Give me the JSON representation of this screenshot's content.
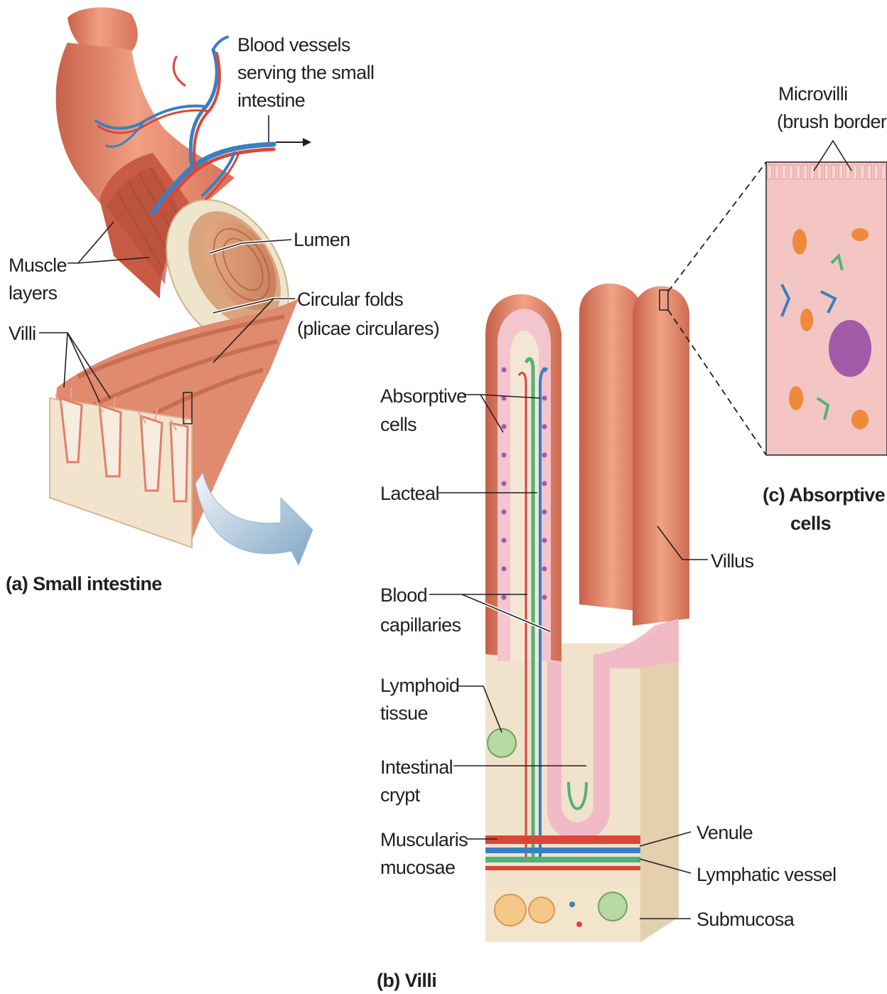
{
  "panel_a": {
    "caption": "(a) Small intestine",
    "labels": {
      "blood_vessels": [
        "Blood vessels",
        "serving the small",
        "intestine"
      ],
      "lumen": "Lumen",
      "muscle_layers": [
        "Muscle",
        "layers"
      ],
      "circular_folds": [
        "Circular folds",
        "(plicae circulares)"
      ],
      "villi": "Villi"
    }
  },
  "panel_b": {
    "caption": "(b) Villi",
    "labels": {
      "absorptive_cells": [
        "Absorptive",
        "cells"
      ],
      "lacteal": "Lacteal",
      "blood_capillaries": [
        "Blood",
        "capillaries"
      ],
      "lymphoid_tissue": [
        "Lymphoid",
        "tissue"
      ],
      "intestinal_crypt": [
        "Intestinal",
        "crypt"
      ],
      "muscularis_mucosae": [
        "Muscularis",
        "mucosae"
      ],
      "villus": "Villus",
      "venule": "Venule",
      "lymphatic_vessel": "Lymphatic vessel",
      "submucosa": "Submucosa"
    }
  },
  "panel_c": {
    "caption": [
      "(c) Absorptive",
      "cells"
    ],
    "labels": {
      "microvilli": [
        "Microvilli",
        "(brush border)"
      ]
    }
  },
  "colors": {
    "tissue": "#e58a6c",
    "tissue_dark": "#c8624a",
    "mucosa_light": "#f7dccd",
    "blood_red": "#d9473a",
    "blood_blue": "#3a7fc1",
    "lymph_green": "#4fb37a",
    "cell_pink": "#f0b7c7",
    "nucleus_purple": "#a35aa8",
    "arrow_blue": "#8fb2cf"
  }
}
